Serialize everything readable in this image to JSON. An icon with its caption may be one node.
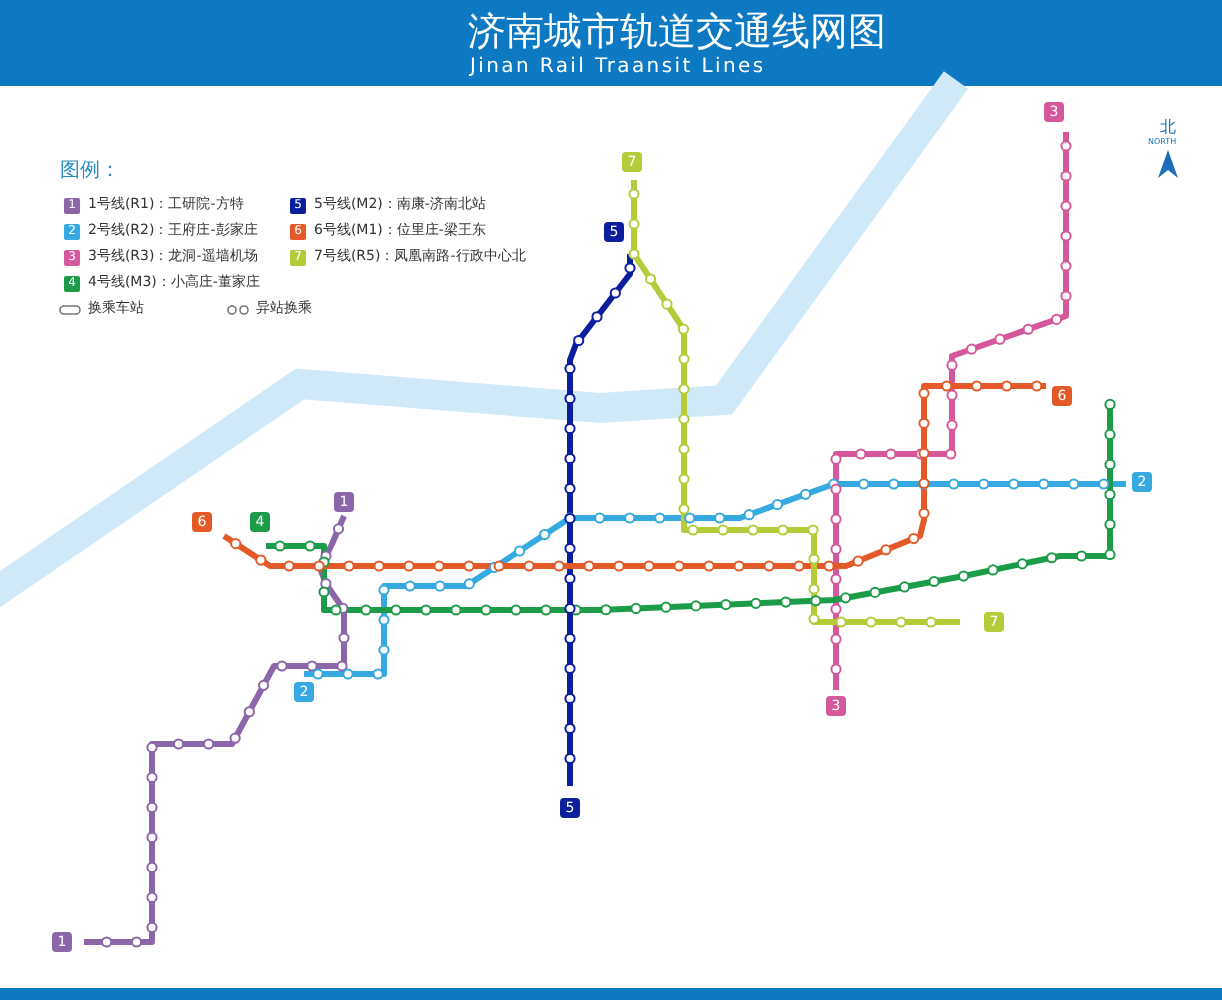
{
  "diagram": {
    "title": "济南城市轨道交通线网图",
    "caption": "Jinan Rail Traansit Lines",
    "labels": [
      "图例：",
      "1",
      "2",
      "3",
      "4",
      "5",
      "6",
      "7",
      "3",
      "北",
      "NORTH",
      "7",
      "5",
      "6",
      "2",
      "1",
      "4",
      "6",
      "2",
      "7",
      "3",
      "5",
      "1"
    ],
    "legend": [
      {
        "text": "1号线(R1)：工研院-方特",
        "color": "#8b66a8"
      },
      {
        "text": "2号线(R2)：王府庄-彭家庄",
        "color": "#36a9e0"
      },
      {
        "text": "3号线(R3)：龙洞-遥墙机场",
        "color": "#d6589c"
      },
      {
        "text": "4号线(M3)：小高庄-董家庄",
        "color": "#1c9b48"
      },
      {
        "text": "5号线(M2)：南康-济南北站",
        "color": "#0b1f9e"
      },
      {
        "text": "6号线(M1)：位里庄-梁王东",
        "color": "#e35a28"
      },
      {
        "text": "7号线(R5)：凤凰南路-行政中心北",
        "color": "#b4cc3a"
      },
      {
        "text": "换乘车站"
      },
      {
        "text": "异站换乘"
      }
    ]
  }
}
